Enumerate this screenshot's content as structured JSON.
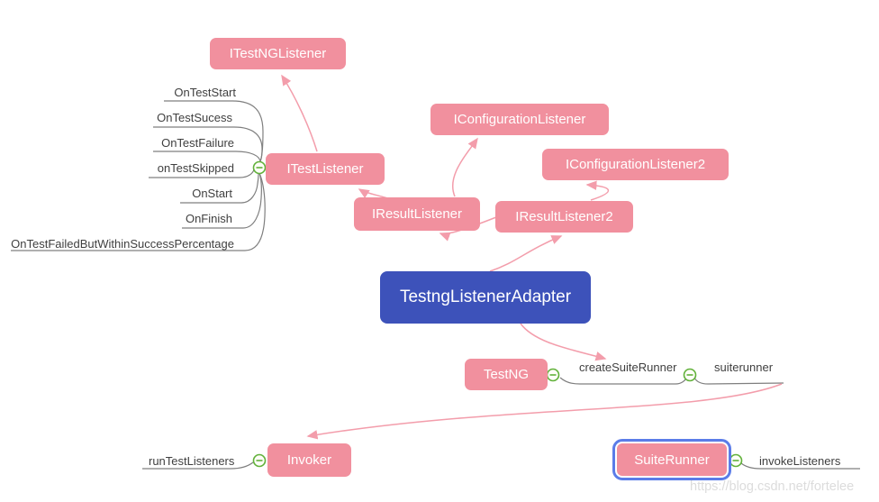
{
  "colors": {
    "node_pink": "#f1909e",
    "node_blue": "#3d52ba",
    "selection_blue": "#5b7ce8",
    "arrow_pink": "#f39dab",
    "line_gray": "#7f7f7f",
    "collapse_green": "#61b13a",
    "text_dark": "#3f3f3f",
    "watermark_gray": "#dcdcdc"
  },
  "nodes": {
    "itestnglistener": {
      "label": "ITestNGListener"
    },
    "iconfigurationlistener": {
      "label": "IConfigurationListener"
    },
    "iconfigurationlistener2": {
      "label": "IConfigurationListener2"
    },
    "itestlistener": {
      "label": "ITestListener"
    },
    "iresultlistener": {
      "label": "IResultListener"
    },
    "iresultlistener2": {
      "label": "IResultListener2"
    },
    "adapter": {
      "label": "TestngListenerAdapter"
    },
    "testng": {
      "label": "TestNG"
    },
    "invoker": {
      "label": "Invoker"
    },
    "suiterunner": {
      "label": "SuiteRunner"
    }
  },
  "itestlistener_methods": [
    "OnTestStart",
    "OnTestSucess",
    "OnTestFailure",
    "onTestSkipped",
    "OnStart",
    "OnFinish",
    "OnTestFailedButWithinSuccessPercentage"
  ],
  "call_labels": {
    "create_suite_runner": "createSuiteRunner",
    "suiterunner": "suiterunner",
    "run_test_listeners": "runTestListeners",
    "invoke_listeners": "invokeListeners"
  },
  "icons": {
    "collapse": "minus-circle"
  },
  "watermark": "https://blog.csdn.net/fortelee"
}
